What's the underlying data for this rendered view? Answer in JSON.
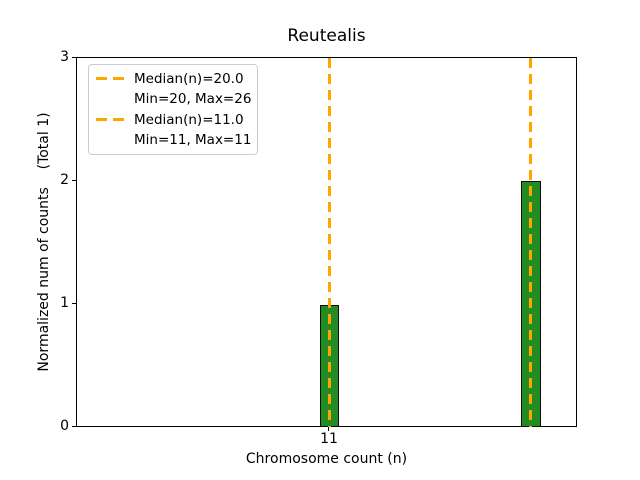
{
  "title": "Reutealis",
  "axes": {
    "xlabel": "Chromosome count (n)",
    "ylabel": "Normalized num of counts    (Total 1)",
    "x_tick_labels": [
      "11"
    ],
    "y_tick_labels": [
      "0",
      "1",
      "2",
      "3"
    ]
  },
  "legend": {
    "position": "upper-left",
    "entries": [
      {
        "label": "Median(n)=20.0",
        "has_line_sample": true
      },
      {
        "label": "Min=20, Max=26",
        "has_line_sample": false
      },
      {
        "label": "Median(n)=11.0",
        "has_line_sample": true
      },
      {
        "label": "Min=11, Max=11",
        "has_line_sample": false
      }
    ]
  },
  "colors": {
    "bar_fill": "#228B22",
    "bar_edge": "#0d0d0d",
    "median_line": "#FFA500",
    "legend_border": "#cccccc",
    "axis": "#000000"
  },
  "chart_data": {
    "type": "bar",
    "title": "Reutealis",
    "xlabel": "Chromosome count (n)",
    "ylabel": "Normalized num of counts    (Total 1)",
    "ylim": [
      0,
      3
    ],
    "y_ticks": [
      0,
      1,
      2,
      3
    ],
    "grid": false,
    "legend_position": "upper left",
    "bars": [
      {
        "x_tick_label": "11",
        "value": 1,
        "group_median": 11.0,
        "group_min": 11,
        "group_max": 11
      },
      {
        "x_tick_label": "",
        "value": 2,
        "group_median": 20.0,
        "group_min": 20,
        "group_max": 26
      }
    ],
    "vlines": [
      {
        "style": "dashed",
        "color": "#FFA500",
        "at_bar_index": 0,
        "label": "Median(n)=11.0"
      },
      {
        "style": "dashed",
        "color": "#FFA500",
        "at_bar_index": 1,
        "label": "Median(n)=20.0"
      }
    ],
    "legend_entries": [
      "Median(n)=20.0",
      "Min=20, Max=26",
      "Median(n)=11.0",
      "Min=11, Max=11"
    ],
    "bar_style": {
      "fill": "green",
      "edge": "black"
    }
  }
}
